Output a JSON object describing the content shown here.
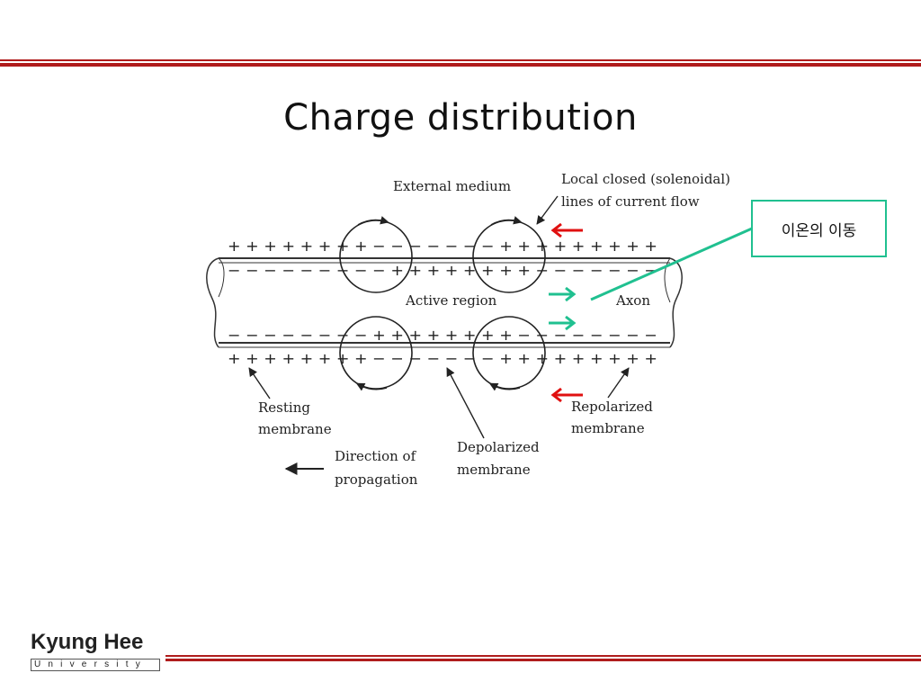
{
  "slide": {
    "title": "Charge distribution",
    "logo_main": "Kyung Hee",
    "logo_sub": "University"
  },
  "diagram": {
    "labels": {
      "external_medium": "External medium",
      "local_closed_1": "Local closed (solenoidal)",
      "local_closed_2": "lines of current flow",
      "active_region": "Active region",
      "axon": "Axon",
      "resting_1": "Resting",
      "resting_2": "membrane",
      "direction_1": "Direction of",
      "direction_2": "propagation",
      "depolarized_1": "Depolarized",
      "depolarized_2": "membrane",
      "repolarized_1": "Repolarized",
      "repolarized_2": "membrane"
    },
    "charges": {
      "top_outer": "+ + + + + + + + − − − − − − − + + + + + + + + +",
      "top_inner": "− − − − − − − − − + + + + + + + + − − − − − − −",
      "bottom_inner": "− − − − − − − − + + + + + + + + − − − − − − − −",
      "bottom_outer": "+ + + + + + + + − − − − − − − + + + + + + + + +"
    },
    "colors": {
      "red_arrow": "#e01010",
      "green_arrow": "#20c090",
      "callout_border": "#20c090"
    }
  },
  "callout": {
    "text": "이온의 이동"
  }
}
